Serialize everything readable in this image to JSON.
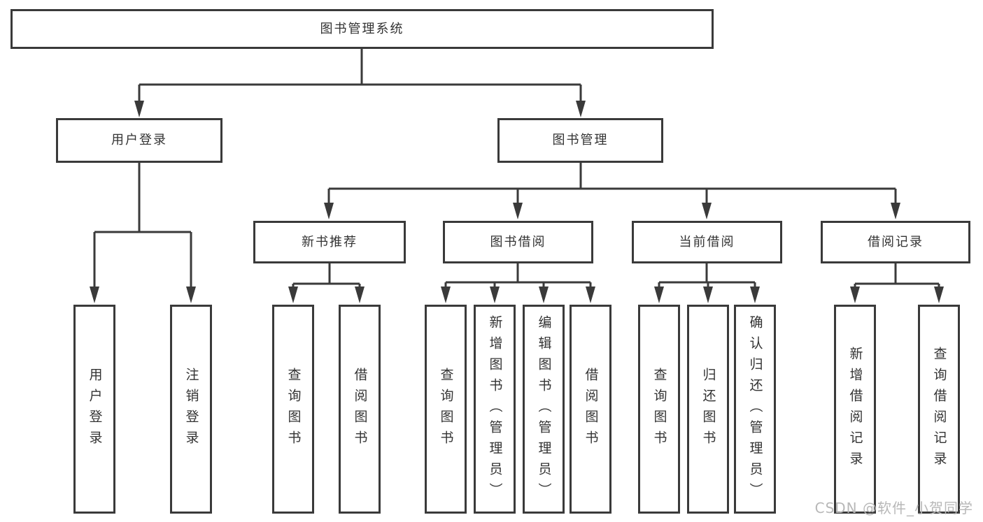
{
  "tree": {
    "root": {
      "label": "图书管理系统"
    },
    "branches": [
      {
        "label": "用户登录",
        "children": [
          {
            "label": "用户登录"
          },
          {
            "label": "注销登录"
          }
        ]
      },
      {
        "label": "图书管理",
        "children": [
          {
            "label": "新书推荐",
            "children": [
              {
                "label": "查询图书"
              },
              {
                "label": "借阅图书"
              }
            ]
          },
          {
            "label": "图书借阅",
            "children": [
              {
                "label": "查询图书"
              },
              {
                "label": "新增图书（管理员）"
              },
              {
                "label": "编辑图书（管理员）"
              },
              {
                "label": "借阅图书"
              }
            ]
          },
          {
            "label": "当前借阅",
            "children": [
              {
                "label": "查询图书"
              },
              {
                "label": "归还图书"
              },
              {
                "label": "确认归还（管理员）"
              }
            ]
          },
          {
            "label": "借阅记录",
            "children": [
              {
                "label": "新增借阅记录"
              },
              {
                "label": "查询借阅记录"
              }
            ]
          }
        ]
      }
    ]
  },
  "watermark": {
    "text": "CSDN @软件_小贺同学"
  },
  "colors": {
    "line": "#3a3a3a",
    "box_border": "#3a3a3a",
    "box_fill": "#ffffff",
    "text": "#333333",
    "watermark": "#b8b8b8",
    "background": "#ffffff"
  }
}
